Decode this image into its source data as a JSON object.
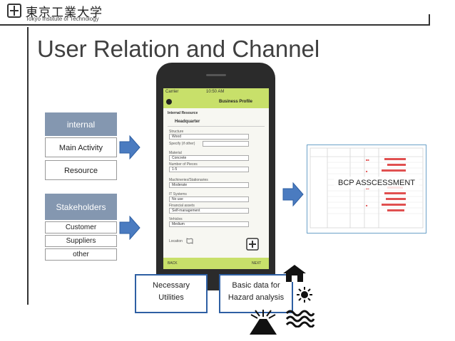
{
  "header": {
    "logo_jp": "東京工業大学",
    "logo_en": "Tokyo Institute of Technology"
  },
  "title": "User Relation and Channel",
  "internal_group": {
    "header": "internal",
    "items": [
      "Main Activity",
      "Resource"
    ]
  },
  "stakeholders_group": {
    "header": "Stakeholders",
    "items": [
      "Customer",
      "Suppliers",
      "other"
    ]
  },
  "phone": {
    "status_carrier": "Carrier",
    "status_time": "10:50 AM",
    "nav_title": "Business Profile",
    "section_title": "Internal Resource",
    "field_headquarter": "Headquarter",
    "fields": [
      {
        "label": "Structure",
        "value": "Wood"
      },
      {
        "label": "Specify (if other)",
        "value": ""
      },
      {
        "label": "Material",
        "value": "Concrete"
      },
      {
        "label": "Number of Pieces",
        "value": "1-5"
      },
      {
        "label": "Machineries/Stationaries",
        "value": "Moderate"
      },
      {
        "label": "IT Systems",
        "value": "No use"
      },
      {
        "label": "Financial assets",
        "value": "Self-management"
      },
      {
        "label": "Vehicles",
        "value": "Medium"
      }
    ],
    "location_label": "Location",
    "back_label": "BACK",
    "next_label": "NEXT",
    "colors": {
      "bar": "#c8e06a"
    }
  },
  "bcp": {
    "label": "BCP ASSCESSMENT"
  },
  "bottom_boxes": {
    "utilities": "Necessary Utilities",
    "hazard": "Basic data for Hazard analysis"
  },
  "colors": {
    "group_header": "#8497b0",
    "arrow": "#4a7bc0",
    "box_border": "#2e5fa3"
  },
  "icons": [
    "house-icon",
    "sun-icon",
    "volcano-icon",
    "flood-icon"
  ]
}
